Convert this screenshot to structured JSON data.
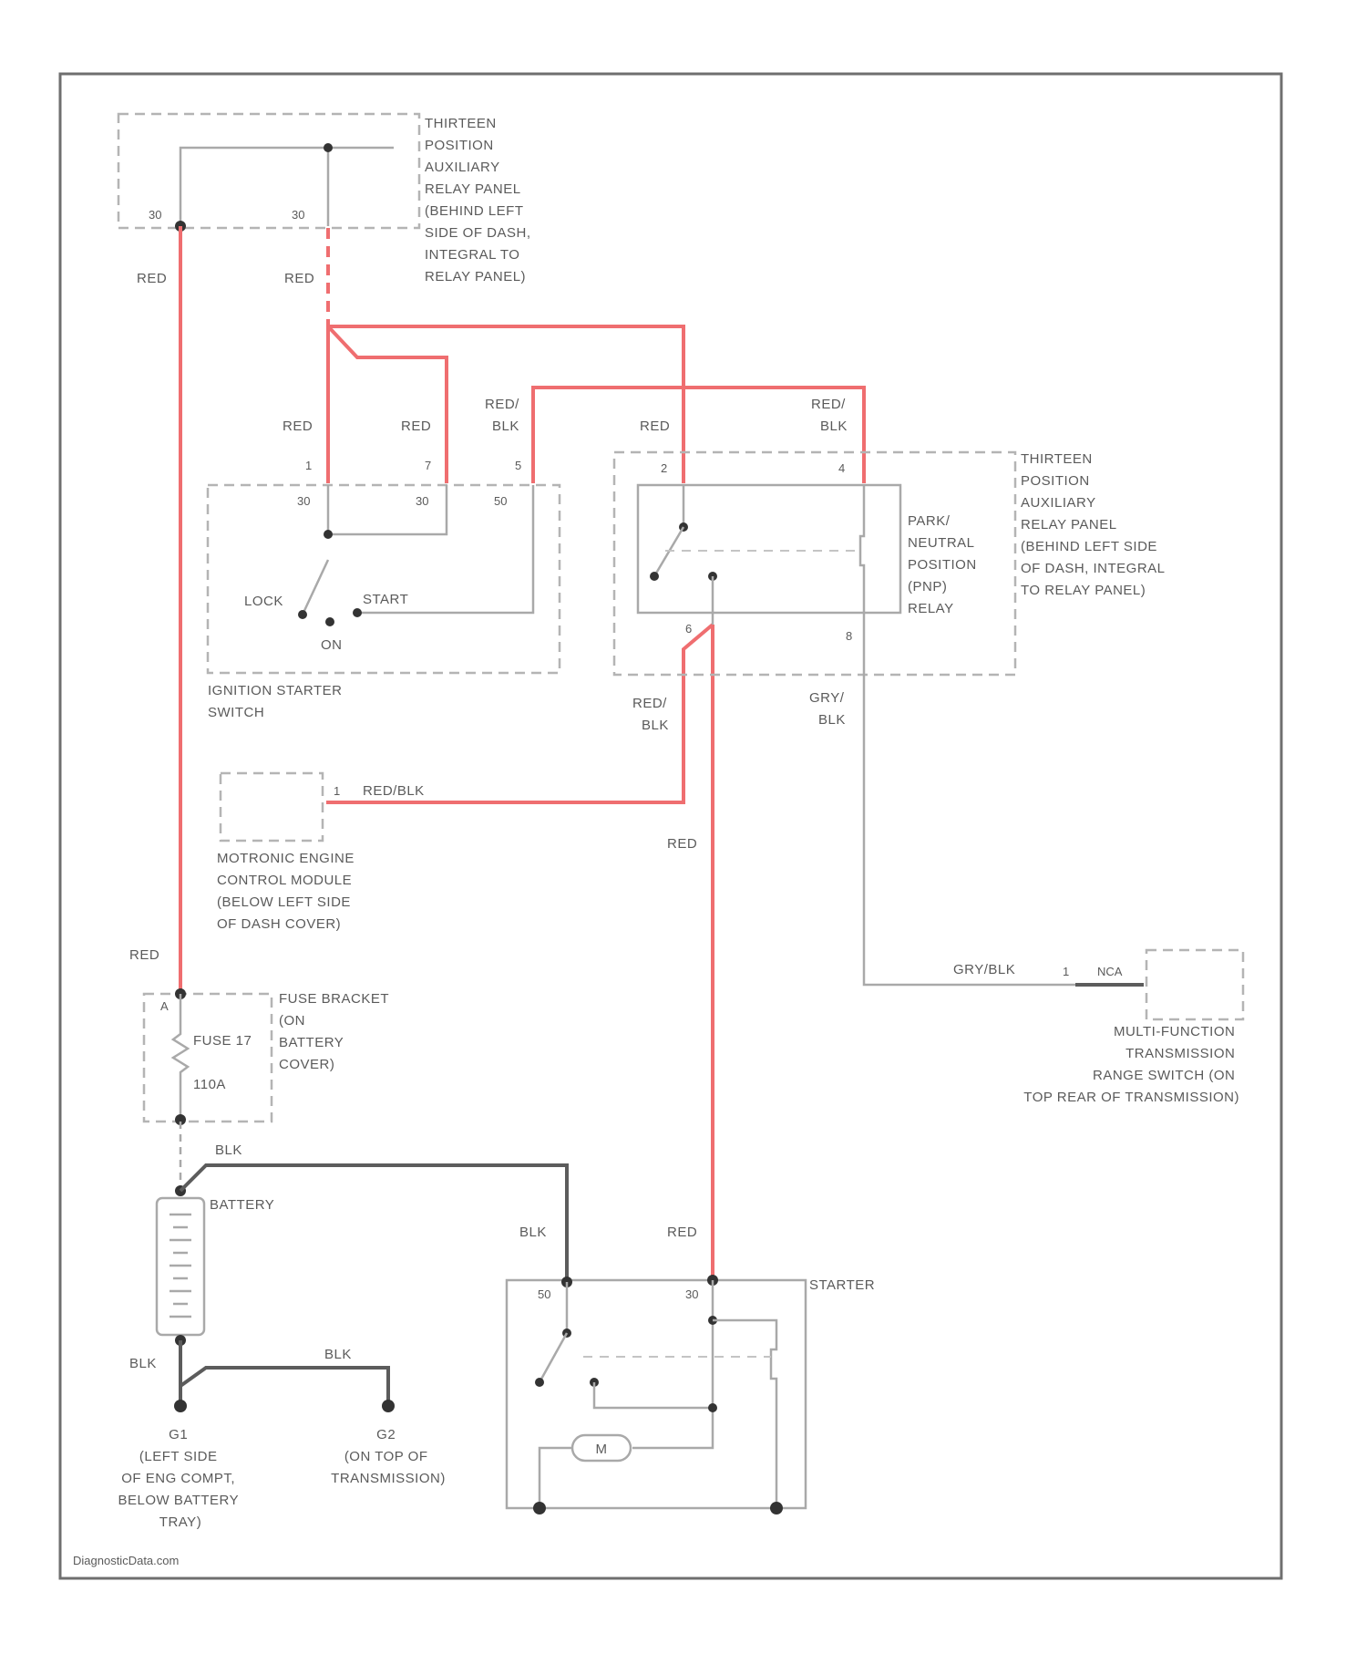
{
  "colors": {
    "red_wire": "#ef6e70",
    "grey_wire": "#a9a9a9",
    "black_wire": "#5c5c5c",
    "border": "#6f6f6f"
  },
  "labels": {
    "relay_panel_top": [
      "THIRTEEN",
      "POSITION",
      "AUXILIARY",
      "RELAY PANEL",
      "(BEHIND LEFT",
      "SIDE OF DASH,",
      "INTEGRAL TO",
      "RELAY PANEL)"
    ],
    "relay_panel_right": [
      "THIRTEEN",
      "POSITION",
      "AUXILIARY",
      "RELAY PANEL",
      "(BEHIND LEFT SIDE",
      "OF DASH, INTEGRAL",
      "TO RELAY PANEL)"
    ],
    "pnp_relay": [
      "PARK/",
      "NEUTRAL",
      "POSITION",
      "(PNP)",
      "RELAY"
    ],
    "ignition_switch": [
      "IGNITION STARTER",
      "SWITCH"
    ],
    "ecm": [
      "MOTRONIC ENGINE",
      "CONTROL MODULE",
      "(BELOW LEFT SIDE",
      "OF DASH COVER)"
    ],
    "fuse_bracket": [
      "FUSE BRACKET",
      "(ON",
      "BATTERY",
      "COVER)"
    ],
    "mfts": [
      "MULTI-FUNCTION",
      "TRANSMISSION",
      "RANGE SWITCH (ON",
      "TOP REAR OF TRANSMISSION)"
    ],
    "g1": [
      "G1",
      "(LEFT SIDE",
      "OF ENG COMPT,",
      "BELOW BATTERY",
      "TRAY)"
    ],
    "g2": [
      "G2",
      "(ON TOP OF",
      "TRANSMISSION)"
    ],
    "battery": "BATTERY",
    "starter": "STARTER",
    "fuse_name": "FUSE 17",
    "fuse_rating": "110A",
    "lock": "LOCK",
    "start": "START",
    "on": "ON",
    "motor": "M",
    "watermark": "DiagnosticData.com"
  },
  "wire_labels": {
    "w_red_left": "RED",
    "w_red_mid": "RED",
    "w_red_sw1": "RED",
    "w_red_sw2": "RED",
    "w_redblk_a1": "RED/",
    "w_redblk_a2": "BLK",
    "w_red_relay": "RED",
    "w_redblk_b1": "RED/",
    "w_redblk_b2": "BLK",
    "w_redblk_c1": "RED/",
    "w_redblk_c2": "BLK",
    "w_gryblk1": "GRY/",
    "w_gryblk2": "BLK",
    "w_redblk_ecm": "RED/BLK",
    "w_red_down": "RED",
    "w_red_fuse": "RED",
    "w_gryblk_h": "GRY/BLK",
    "w_blk_top": "BLK",
    "w_blk_starter": "BLK",
    "w_red_starter": "RED",
    "w_blk_g1": "BLK",
    "w_blk_g2": "BLK"
  },
  "pins": {
    "p30a": "30",
    "p30b": "30",
    "p_sw1": "1",
    "p_sw2": "7",
    "p_sw3": "5",
    "t30": "30",
    "t30b": "30",
    "t50": "50",
    "r2": "2",
    "r4": "4",
    "r6": "6",
    "r8": "8",
    "ecm1": "1",
    "f_a": "A",
    "mfts1": "1",
    "mfts_nca": "NCA",
    "st50": "50",
    "st30": "30"
  }
}
